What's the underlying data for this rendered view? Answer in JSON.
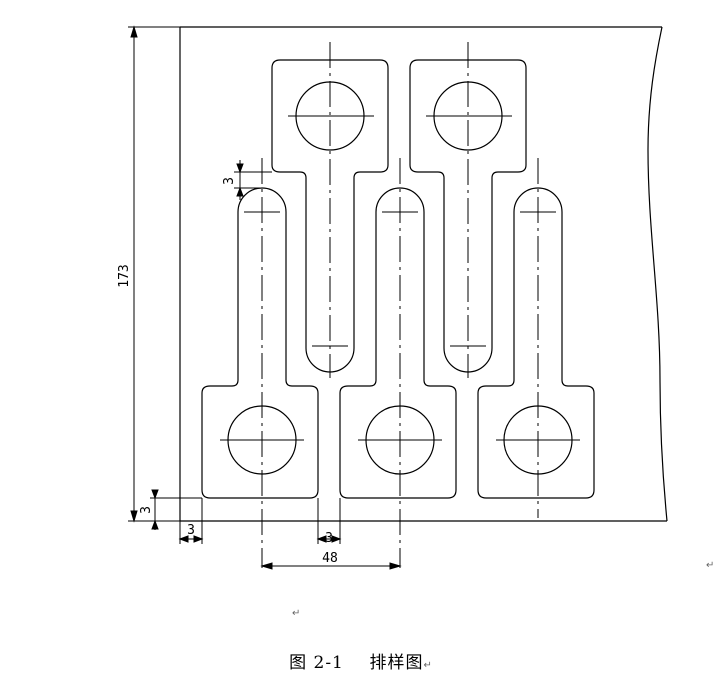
{
  "figure": {
    "caption_number": "图 2-1",
    "caption_title": "排样图",
    "paragraph_mark": "↵"
  },
  "dimensions": {
    "strip_width": "173",
    "edge_margin_bottom": "3",
    "edge_margin_left": "3",
    "gap_between_parts": "3",
    "gap_top": "3",
    "pitch": "48"
  }
}
